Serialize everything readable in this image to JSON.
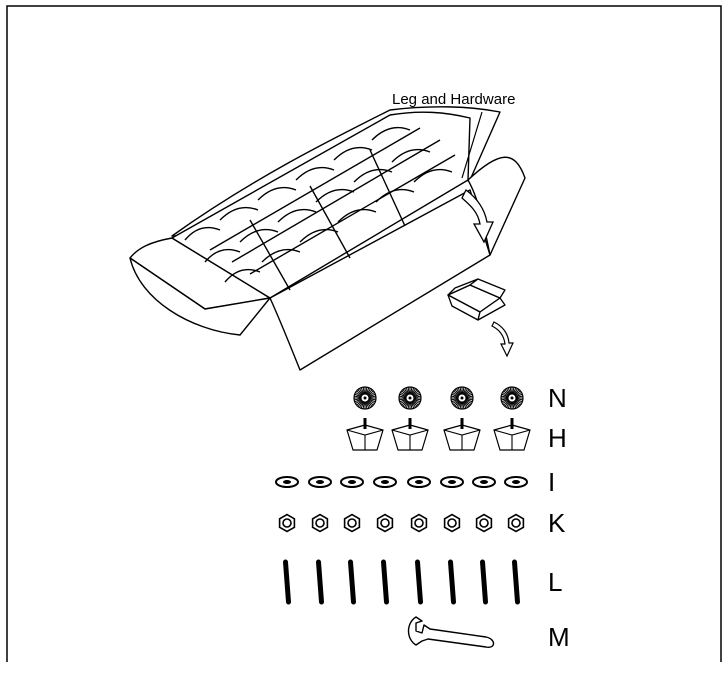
{
  "callout": {
    "label": "Leg and Hardware"
  },
  "parts": [
    {
      "letter": "N",
      "name": "leg-top-plate",
      "count": 4,
      "icon": "disc-icon"
    },
    {
      "letter": "H",
      "name": "leg-cup-bracket",
      "count": 4,
      "icon": "bracket-cup-icon"
    },
    {
      "letter": "I",
      "name": "washer",
      "count": 8,
      "icon": "washer-icon"
    },
    {
      "letter": "K",
      "name": "nut",
      "count": 8,
      "icon": "hex-nut-icon"
    },
    {
      "letter": "L",
      "name": "bolt",
      "count": 8,
      "icon": "bolt-icon"
    },
    {
      "letter": "M",
      "name": "wrench",
      "count": 1,
      "icon": "wrench-icon"
    }
  ]
}
